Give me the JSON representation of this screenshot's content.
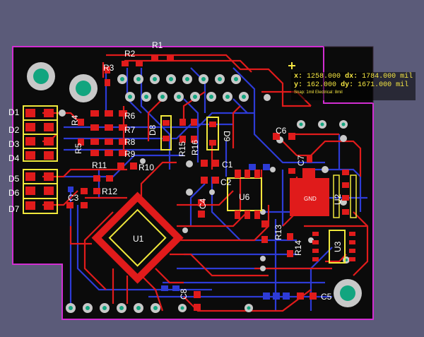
{
  "colors": {
    "background": "#5b5b79",
    "board": "#0b0b0b",
    "outline": "#d22ed2",
    "top_copper": "#e01b1b",
    "bottom_copper": "#2d3bd6",
    "silkscreen": "#f0e83c",
    "via_ring": "#bfbfbf",
    "via_hole": "#1a9a78",
    "text": "#ffffff"
  },
  "readout": {
    "x_label": "x:",
    "x_value": "1258.000",
    "dx_label": "dx:",
    "dx_value": "1784.000 mil",
    "y_label": "y:",
    "y_value": "162.000",
    "dy_label": "dy:",
    "dy_value": "1671.000 mil",
    "status": "Snap: 1mil Electrical: 8mil"
  },
  "components": {
    "R1": "R1",
    "R2": "R2",
    "R3": "R3",
    "R4": "R4",
    "R5": "R5",
    "R6": "R6",
    "R7": "R7",
    "R8": "R8",
    "R9": "R9",
    "R10": "R10",
    "R11": "R11",
    "R12": "R12",
    "R13": "R13",
    "R14": "R14",
    "R15": "R15",
    "R16": "R16",
    "D1": "D1",
    "D2": "D2",
    "D3": "D3",
    "D4": "D4",
    "D5": "D5",
    "D6": "D6",
    "D7": "D7",
    "D8": "D8",
    "D9": "D9",
    "C1": "C1",
    "C2": "C2",
    "C3": "C3",
    "C4": "C4",
    "C5": "C5",
    "C6": "C6",
    "C7": "C7",
    "C8": "C8",
    "U1": "U1",
    "U2": "U2",
    "U3": "U3",
    "U6": "U6",
    "GND": "GND"
  }
}
